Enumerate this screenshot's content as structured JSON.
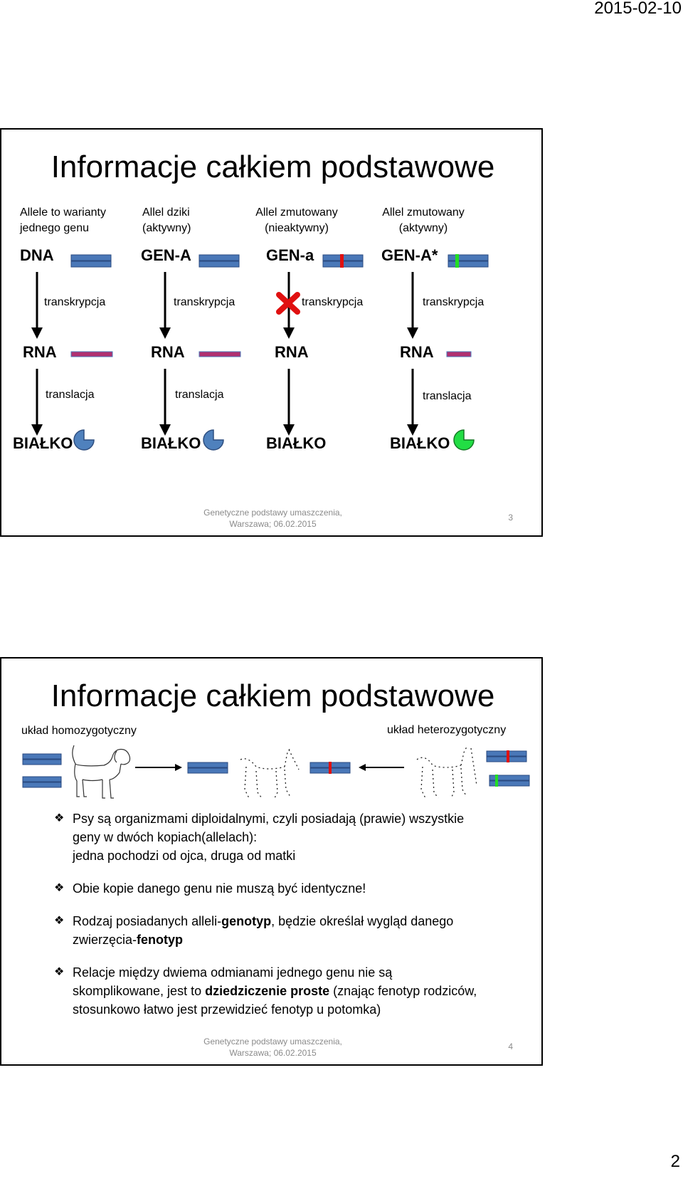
{
  "page": {
    "date": "2015-02-10",
    "number": "2"
  },
  "slide1": {
    "title": "Informacje całkiem podstawowe",
    "columns": [
      {
        "header": [
          "Allele to warianty",
          "jednego genu"
        ],
        "gene": "DNA",
        "rna": "RNA",
        "protein": "BIAŁKO",
        "transcription": "transkrypcja",
        "translation": "translacja"
      },
      {
        "header": [
          "Allel dziki",
          "(aktywny)"
        ],
        "gene": "GEN-A",
        "rna": "RNA",
        "protein": "BIAŁKO",
        "transcription": "transkrypcja",
        "translation": "translacja"
      },
      {
        "header": [
          "Allel zmutowany",
          "(nieaktywny)"
        ],
        "gene": "GEN-a",
        "rna": "RNA",
        "protein": "BIAŁKO",
        "transcription": "transkrypcja",
        "translation": ""
      },
      {
        "header": [
          "Allel zmutowany",
          "(aktywny)"
        ],
        "gene": "GEN-A*",
        "rna": "RNA",
        "protein": "BIAŁKO",
        "transcription": "transkrypcja",
        "translation": "translacja"
      }
    ],
    "footer": [
      "Genetyczne podstawy umaszczenia,",
      "Warszawa; 06.02.2015"
    ],
    "slide_number": "3",
    "colors": {
      "dna": "#4a78b8",
      "rna": "#b03070",
      "protein_blue": "#4f81bd",
      "protein_green": "#22dd44",
      "mutation_red": "#e01010",
      "mutation_green": "#22dd22"
    }
  },
  "slide2": {
    "title": "Informacje całkiem podstawowe",
    "left_label": "układ homozygotyczny",
    "right_label": "układ heterozygotyczny",
    "bullets": [
      [
        "Psy są organizmami diploidalnymi, czyli posiadają (prawie) wszystkie",
        "geny w dwóch kopiach(allelach):",
        "jedna pochodzi od ojca, druga od matki"
      ],
      [
        "Obie kopie danego genu nie muszą być identyczne!"
      ],
      [
        "Rodzaj posiadanych alleli-",
        "genotyp",
        ", będzie określał wygląd danego",
        "zwierzęcia-",
        "fenotyp"
      ],
      [
        "Relacje między dwiema odmianami jednego genu  nie są",
        "skomplikowane, jest to ",
        "dziedziczenie proste",
        " (znając fenotyp rodziców,",
        "stosunkowo łatwo jest przewidzieć fenotyp u potomka)"
      ]
    ],
    "footer": [
      "Genetyczne podstawy umaszczenia,",
      "Warszawa; 06.02.2015"
    ],
    "slide_number": "4"
  }
}
